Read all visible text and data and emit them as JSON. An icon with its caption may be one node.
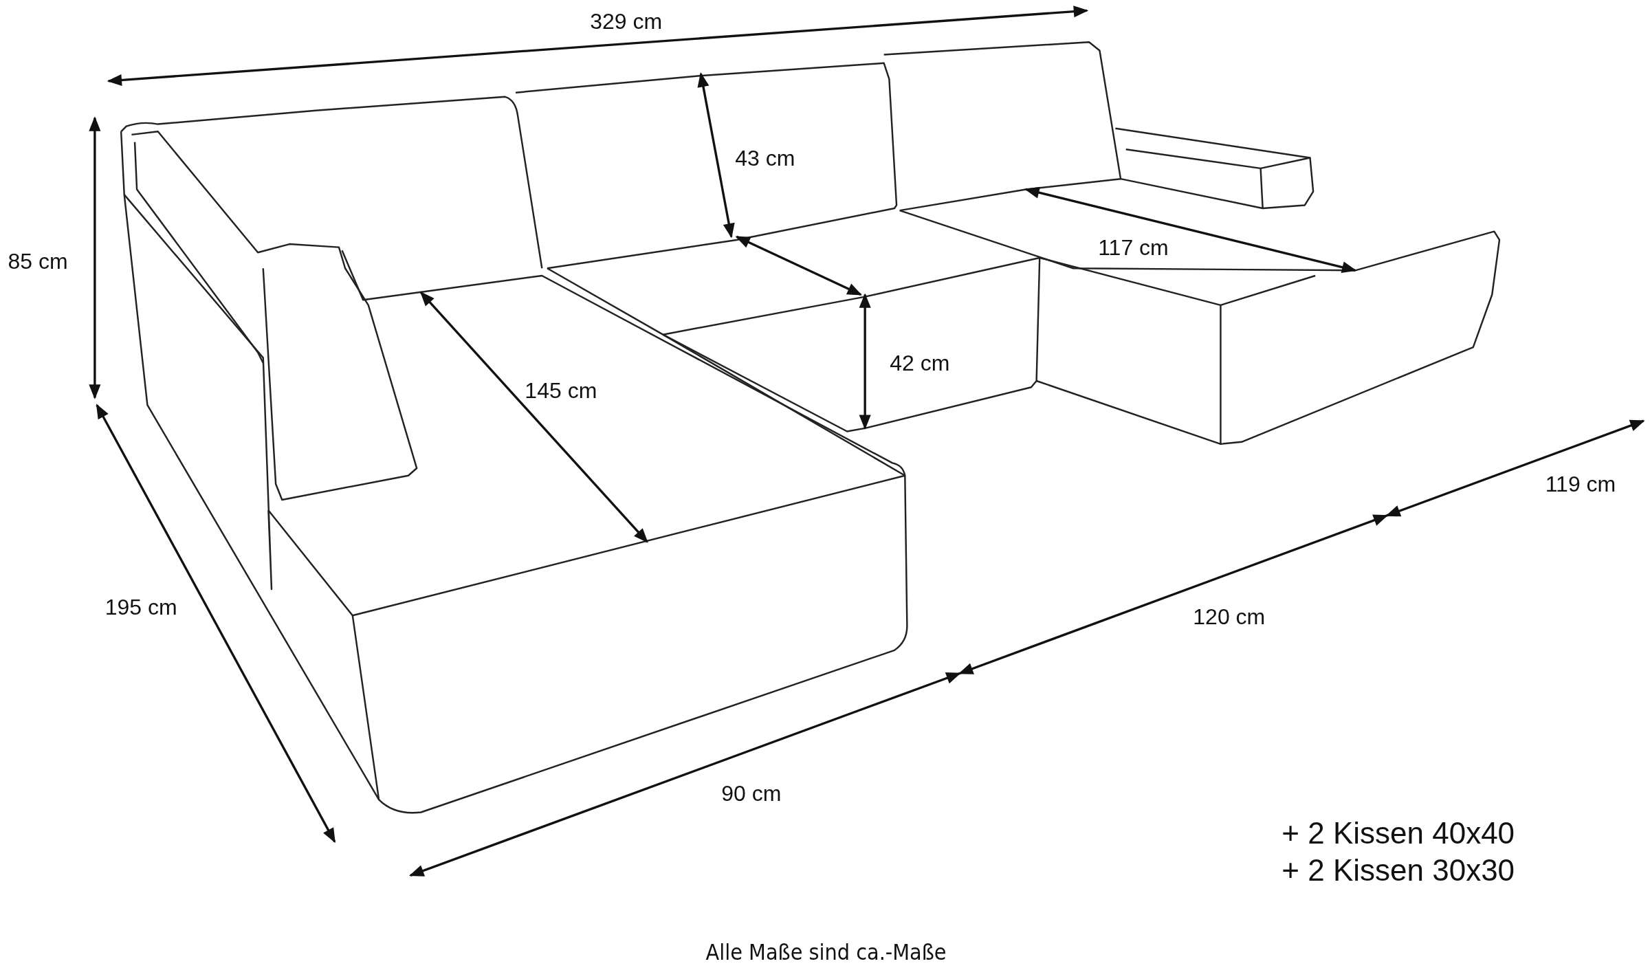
{
  "diagram": {
    "caption": "Alle Maße sind ca.-Maße",
    "labels": [
      "329 cm",
      "43 cm",
      "117 cm",
      "85 cm",
      "42 cm",
      "145 cm",
      "119 cm",
      "195 cm",
      "120 cm",
      "90 cm",
      "+ 2 Kissen 40x40",
      "+ 2 Kissen 30x30"
    ]
  }
}
